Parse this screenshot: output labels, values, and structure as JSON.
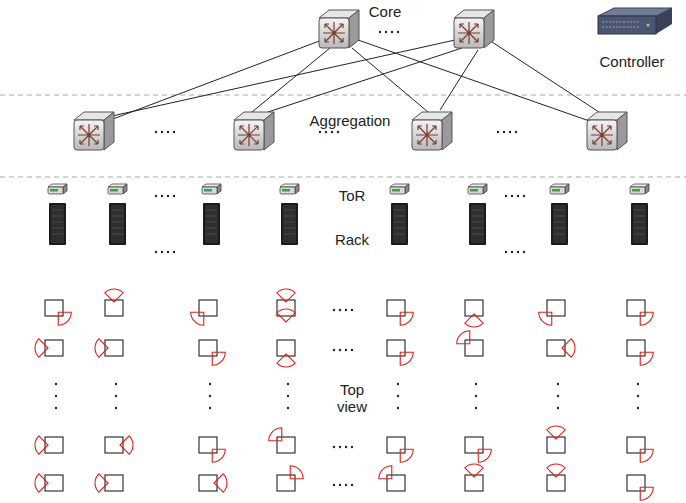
{
  "diagram": {
    "labels": [
      "Core",
      "Controller",
      "Aggregation",
      "ToR",
      "Rack",
      "Top view"
    ]
  }
}
